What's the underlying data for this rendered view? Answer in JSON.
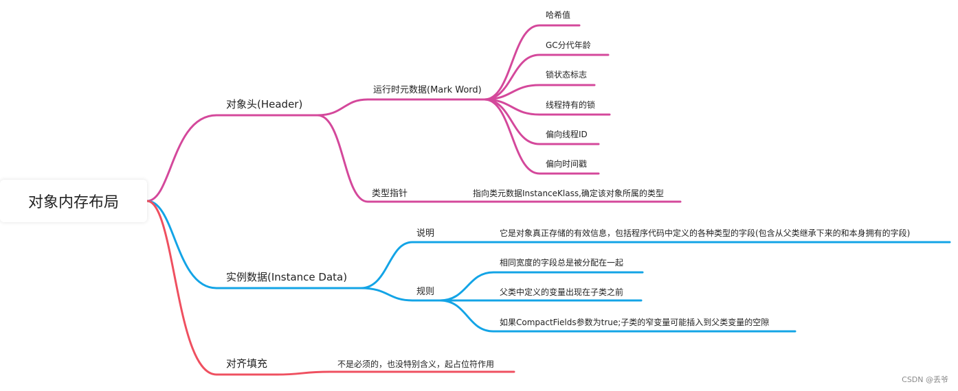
{
  "diagram": {
    "root": "对象内存布局",
    "header": {
      "label": "对象头(Header)",
      "mark_word": {
        "label": "运行时元数据(Mark Word)",
        "items": [
          "哈希值",
          "GC分代年龄",
          "锁状态标志",
          "线程持有的锁",
          "偏向线程ID",
          "偏向时间戳"
        ]
      },
      "klass_pointer": {
        "label": "类型指针",
        "detail": "指向类元数据InstanceKlass,确定该对象所属的类型"
      }
    },
    "instance_data": {
      "label": "实例数据(Instance Data)",
      "description": {
        "label": "说明",
        "detail": "它是对象真正存储的有效信息，包括程序代码中定义的各种类型的字段(包含从父类继承下来的和本身拥有的字段)"
      },
      "rules": {
        "label": "规则",
        "items": [
          "相同宽度的字段总是被分配在一起",
          "父类中定义的变量出现在子类之前",
          "如果CompactFields参数为true;子类的窄变量可能插入到父类变量的空隙"
        ]
      }
    },
    "padding": {
      "label": "对齐填充",
      "detail": "不是必须的，也没特别含义，起占位符作用"
    }
  },
  "colors": {
    "header_branch": "#d4489b",
    "instance_branch": "#13a4e6",
    "padding_branch": "#ef5060"
  },
  "watermark": "CSDN @丢爷"
}
